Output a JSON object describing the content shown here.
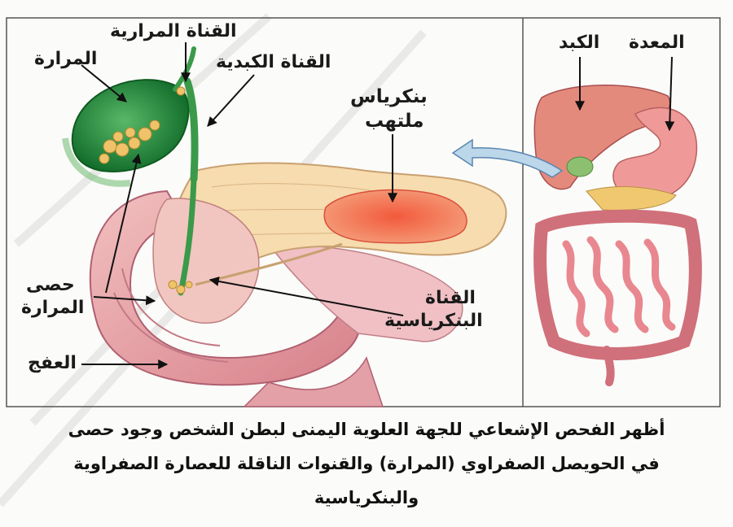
{
  "labels": {
    "gallbladder": "المرارة",
    "bile_duct": "القناة المرارية",
    "hepatic_duct": "القناة الكبدية",
    "inflamed_pancreas_line1": "بنكرياس",
    "inflamed_pancreas_line2": "ملتهب",
    "liver": "الكبد",
    "stomach": "المعدة",
    "gallstones_line1": "حصى",
    "gallstones_line2": "المرارة",
    "pancreatic_duct_line1": "القناة",
    "pancreatic_duct_line2": "البنكرياسية",
    "duodenum": "العفج"
  },
  "caption": {
    "line1": "أظهر الفحص الإشعاعي للجهة العلوية اليمنى لبطن الشخص وجود حصى",
    "line2": "في الحويصل الصفراوي (المرارة) والقنوات الناقلة للعصارة الصفراوية",
    "line3": "والبنكرياسية"
  },
  "colors": {
    "gallbladder": "#1f8a3a",
    "pancreas": "#f6dcae",
    "inflamed": "#ef6a4a",
    "duodenum": "#eaa4a8",
    "liver": "#e48a7c",
    "intestine": "#e8878f"
  }
}
